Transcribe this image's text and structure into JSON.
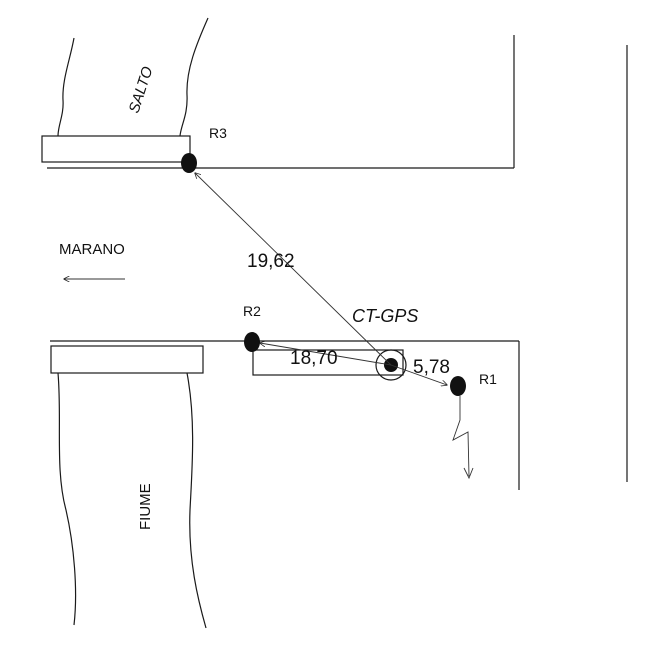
{
  "labels": {
    "salto": "SALTO",
    "fiume": "FIUME",
    "marano": "MARANO",
    "ct_gps": "CT-GPS",
    "r1": "R1",
    "r2": "R2",
    "r3": "R3"
  },
  "distances": {
    "ct_to_r3": "19,62",
    "ct_to_r2": "18,70",
    "ct_to_r1": "5,78"
  },
  "colors": {
    "line": "#1a1a1a",
    "point": "#111111",
    "background": "#ffffff"
  }
}
